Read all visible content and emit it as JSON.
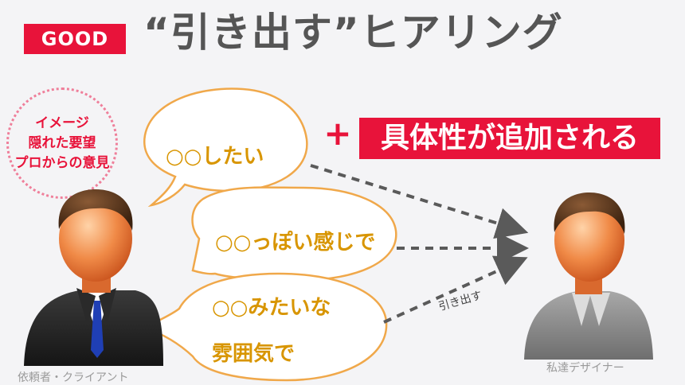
{
  "badge": "GOOD",
  "title": "“引き出す”ヒアリング",
  "circle_note": [
    "イメージ",
    "隠れた要望",
    "プロからの意見"
  ],
  "highlight": {
    "plus": "+",
    "text": "具体性が追加される"
  },
  "bubbles": [
    {
      "text": "○○したい"
    },
    {
      "text": "○○っぽい感じで"
    },
    {
      "text": "○○みたいな",
      "text2": "雰囲気で"
    }
  ],
  "arrow_label": "引き出す",
  "client_caption": "依頼者・クライアント",
  "designer_caption": "私達デザイナー",
  "colors": {
    "accent": "#e8133a",
    "bubble_border": "#f0a84a",
    "bubble_text": "#d89500",
    "title": "#555555",
    "arrow": "#5a5a5a"
  }
}
